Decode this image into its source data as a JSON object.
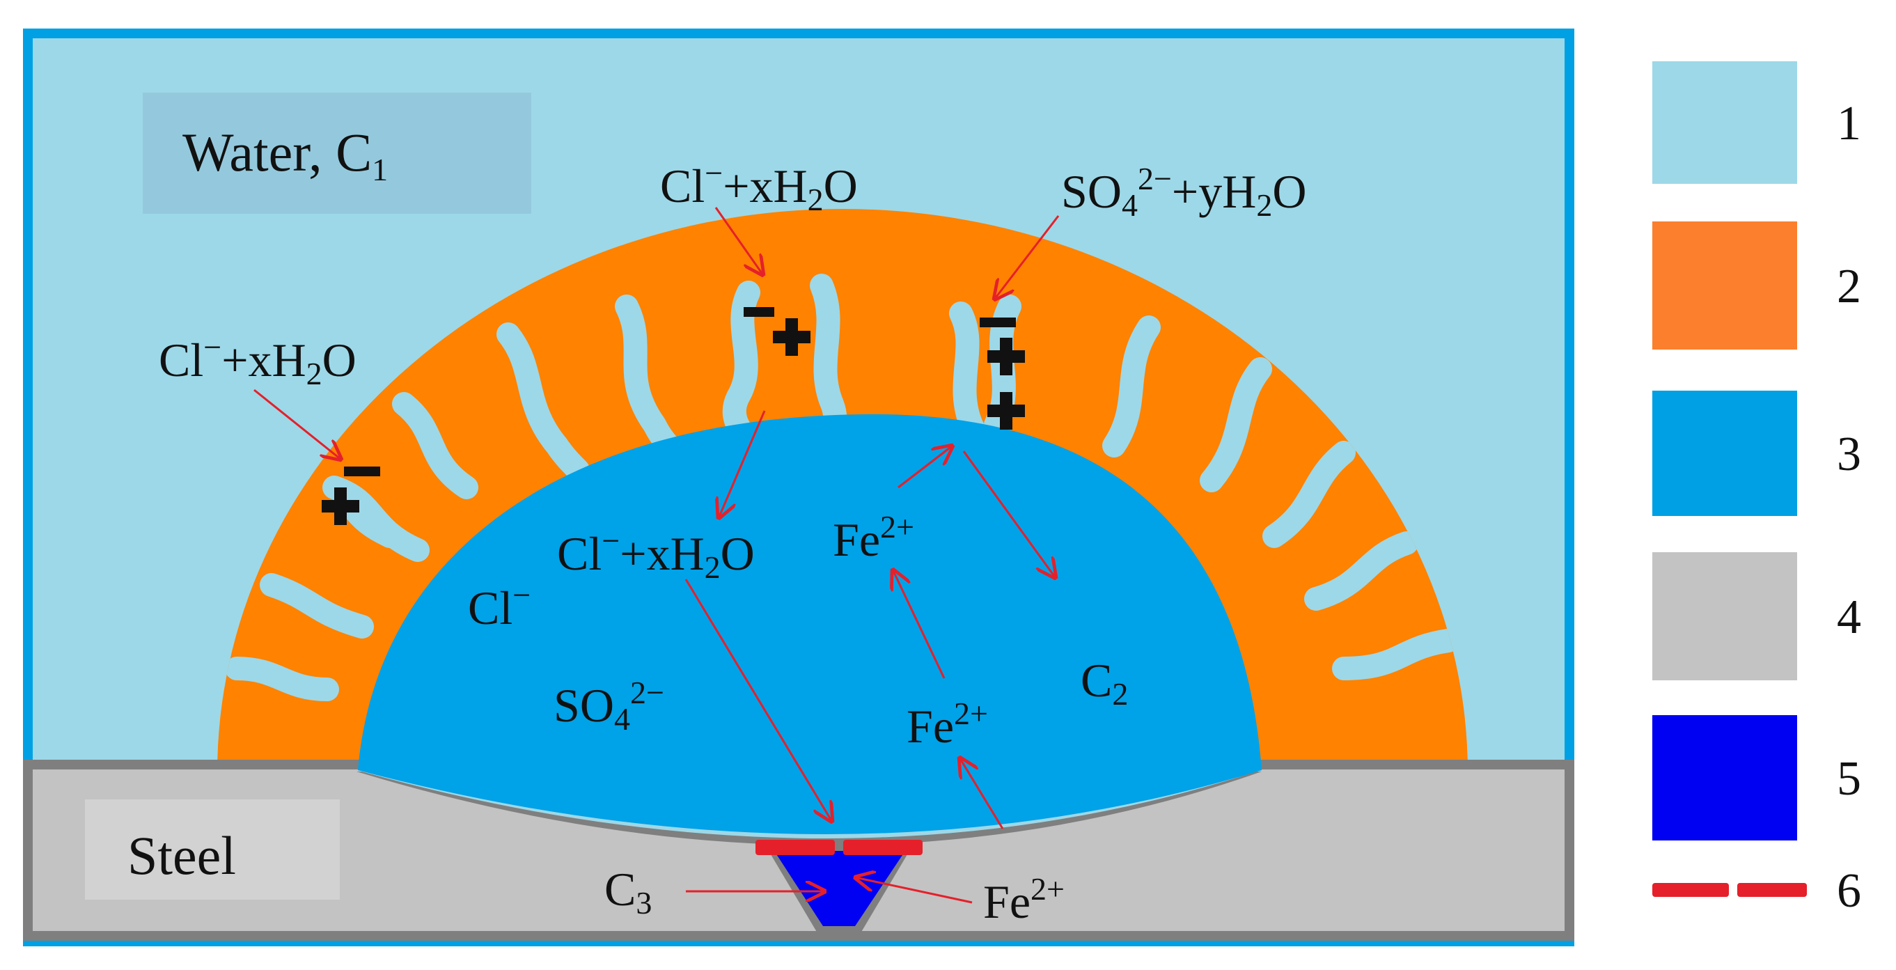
{
  "diagram": {
    "region_labels": {
      "water": "Water, C",
      "water_sub": "1",
      "steel": "Steel",
      "c2": "C",
      "c2_sub": "2",
      "c3": "C",
      "c3_sub": "3"
    },
    "ion_labels": {
      "cl_water_top": {
        "a": "Cl",
        "sup": "−",
        "b": "+xH",
        "sub": "2",
        "c": "O"
      },
      "cl_water_left": {
        "a": "Cl",
        "sup": "−",
        "b": "+xH",
        "sub": "2",
        "c": "O"
      },
      "so4_water": {
        "a": "SO",
        "sub1": "4",
        "sup": "2−",
        "b": "+yH",
        "sub2": "2",
        "c": "O"
      },
      "cl_inner": {
        "a": "Cl",
        "sup": "−",
        "b": "+xH",
        "sub": "2",
        "c": "O"
      },
      "cl_minus": {
        "a": "Cl",
        "sup": "−"
      },
      "so4_minus": {
        "a": "SO",
        "sub": "4",
        "sup": "2−"
      },
      "fe_upper": {
        "a": "Fe",
        "sup": "2+"
      },
      "fe_middle": {
        "a": "Fe",
        "sup": "2+"
      },
      "fe_bottom": {
        "a": "Fe",
        "sup": "2+"
      }
    },
    "legend": [
      {
        "number": "1",
        "color": "#9dd8e8",
        "kind": "swatch"
      },
      {
        "number": "2",
        "color": "#fb7f2c",
        "kind": "swatch"
      },
      {
        "number": "3",
        "color": "#00a0e4",
        "kind": "swatch"
      },
      {
        "number": "4",
        "color": "#c3c3c3",
        "kind": "swatch"
      },
      {
        "number": "5",
        "color": "#0000f2",
        "kind": "swatch"
      },
      {
        "number": "6",
        "color": "#e5202a",
        "kind": "dashed-line"
      }
    ],
    "colors": {
      "water": "#9dd8e8",
      "water_border": "#00a0e4",
      "rust": "#ff8200",
      "electrolyte": "#00a2e8",
      "steel": "#c3c3c3",
      "steel_border": "#7f7f7f",
      "pit": "#0000f2",
      "arrow": "#e5202a",
      "label_box": "#94c9dd",
      "steel_label_box": "#d2d2d2"
    }
  }
}
